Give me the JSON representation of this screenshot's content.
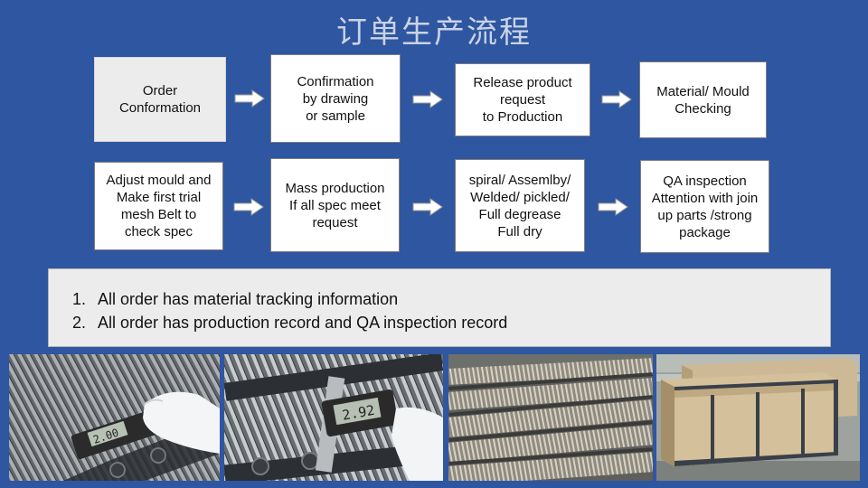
{
  "title": "订单生产流程",
  "steps": [
    {
      "label": "Order\nConformation"
    },
    {
      "label": "Confirmation\nby drawing\nor sample"
    },
    {
      "label": "Release product\nrequest\nto Production"
    },
    {
      "label": "Material/ Mould\nChecking"
    },
    {
      "label": "Adjust mould and\nMake first trial\nmesh Belt to\ncheck  spec"
    },
    {
      "label": "Mass production\nIf all spec meet\nrequest"
    },
    {
      "label": "spiral/ Assemlby/\nWelded/ pickled/\nFull degrease\nFull dry"
    },
    {
      "label": "QA inspection\nAttention with join\nup parts /strong\npackage"
    }
  ],
  "notes": [
    "All order has material tracking information",
    "All order has production record and QA inspection record"
  ],
  "photos": [
    {
      "caliper_reading": "2.00"
    },
    {
      "caliper_reading": "2.92"
    }
  ],
  "colors": {
    "background": "#2f56a0",
    "title": "#c9d3e6",
    "box": "#ffffff",
    "highlight_box": "#ececec"
  }
}
